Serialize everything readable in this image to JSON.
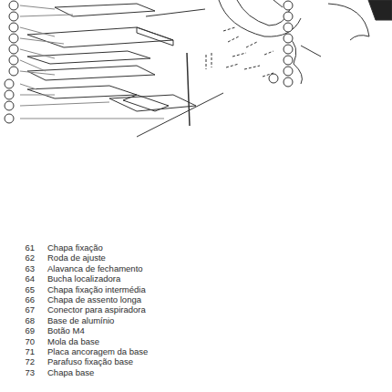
{
  "diagram": {
    "labels": [
      "61",
      "Chapa fixação",
      "62",
      "Roda de ajuste",
      "63",
      "Alavanca de fechamento",
      "64",
      "Bucha localizadora",
      "65",
      "Chapa fixação intermédia",
      "66",
      "Chapa de assento longa",
      "67",
      "Conector para aspiradora",
      "68",
      "Base de alumínio",
      "69",
      "Botão M4",
      "70",
      "Mola da base",
      "71",
      "Placa ancoragem da base",
      "72",
      "Parafuso fixação base",
      "73",
      "Chapa base"
    ]
  }
}
